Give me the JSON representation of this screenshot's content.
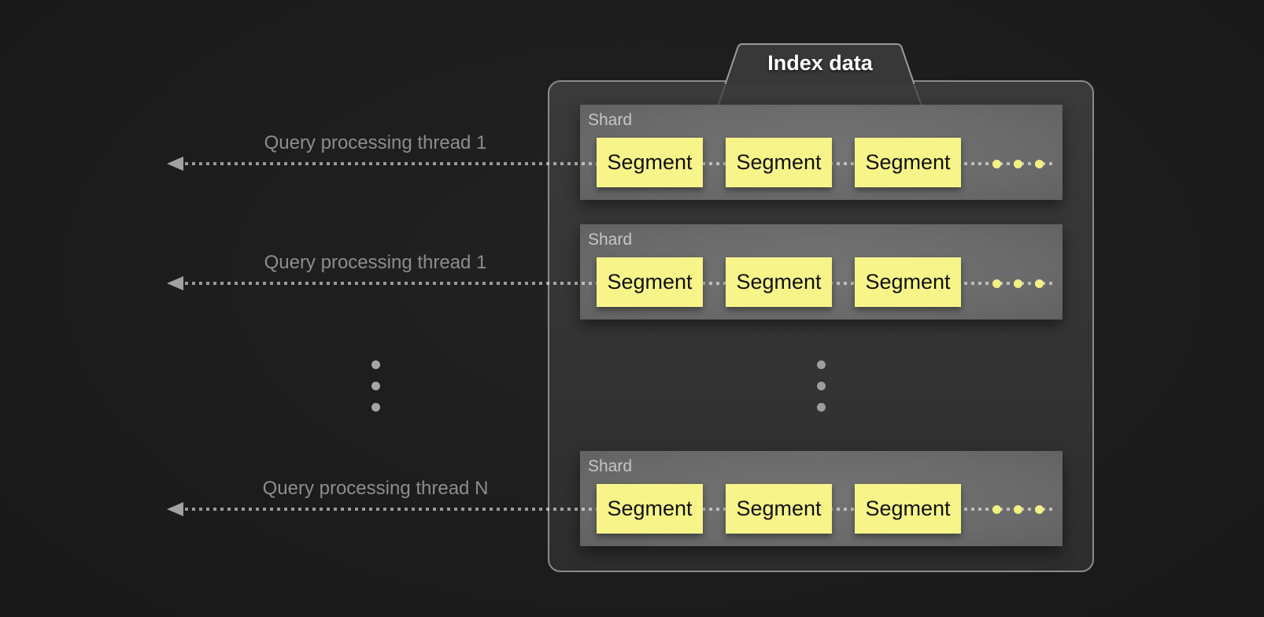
{
  "diagram": {
    "tab_label": "Index data",
    "arrows": [
      {
        "label": "Query processing thread 1"
      },
      {
        "label": "Query processing thread 1"
      },
      {
        "label": "Query processing thread N"
      }
    ],
    "shards": [
      {
        "label": "Shard",
        "segments": [
          "Segment",
          "Segment",
          "Segment"
        ],
        "has_more_segments": true
      },
      {
        "label": "Shard",
        "segments": [
          "Segment",
          "Segment",
          "Segment"
        ],
        "has_more_segments": true
      },
      {
        "label": "Shard",
        "segments": [
          "Segment",
          "Segment",
          "Segment"
        ],
        "has_more_segments": true
      }
    ],
    "left_ellipsis_dots": 3,
    "middle_ellipsis_dots": 3
  },
  "colors": {
    "background": "#1c1c1c",
    "container_border": "#8a8a8a",
    "tab_text": "#ffffff",
    "shard_label": "#c6c6c6",
    "segment_fill": "#f7f48a",
    "segment_text": "#111111",
    "dot_accent": "#f3f083",
    "arrow": "#a2a2a2",
    "dash": "rgba(255,255,255,0.55)",
    "label_text": "#8d8d8d"
  }
}
